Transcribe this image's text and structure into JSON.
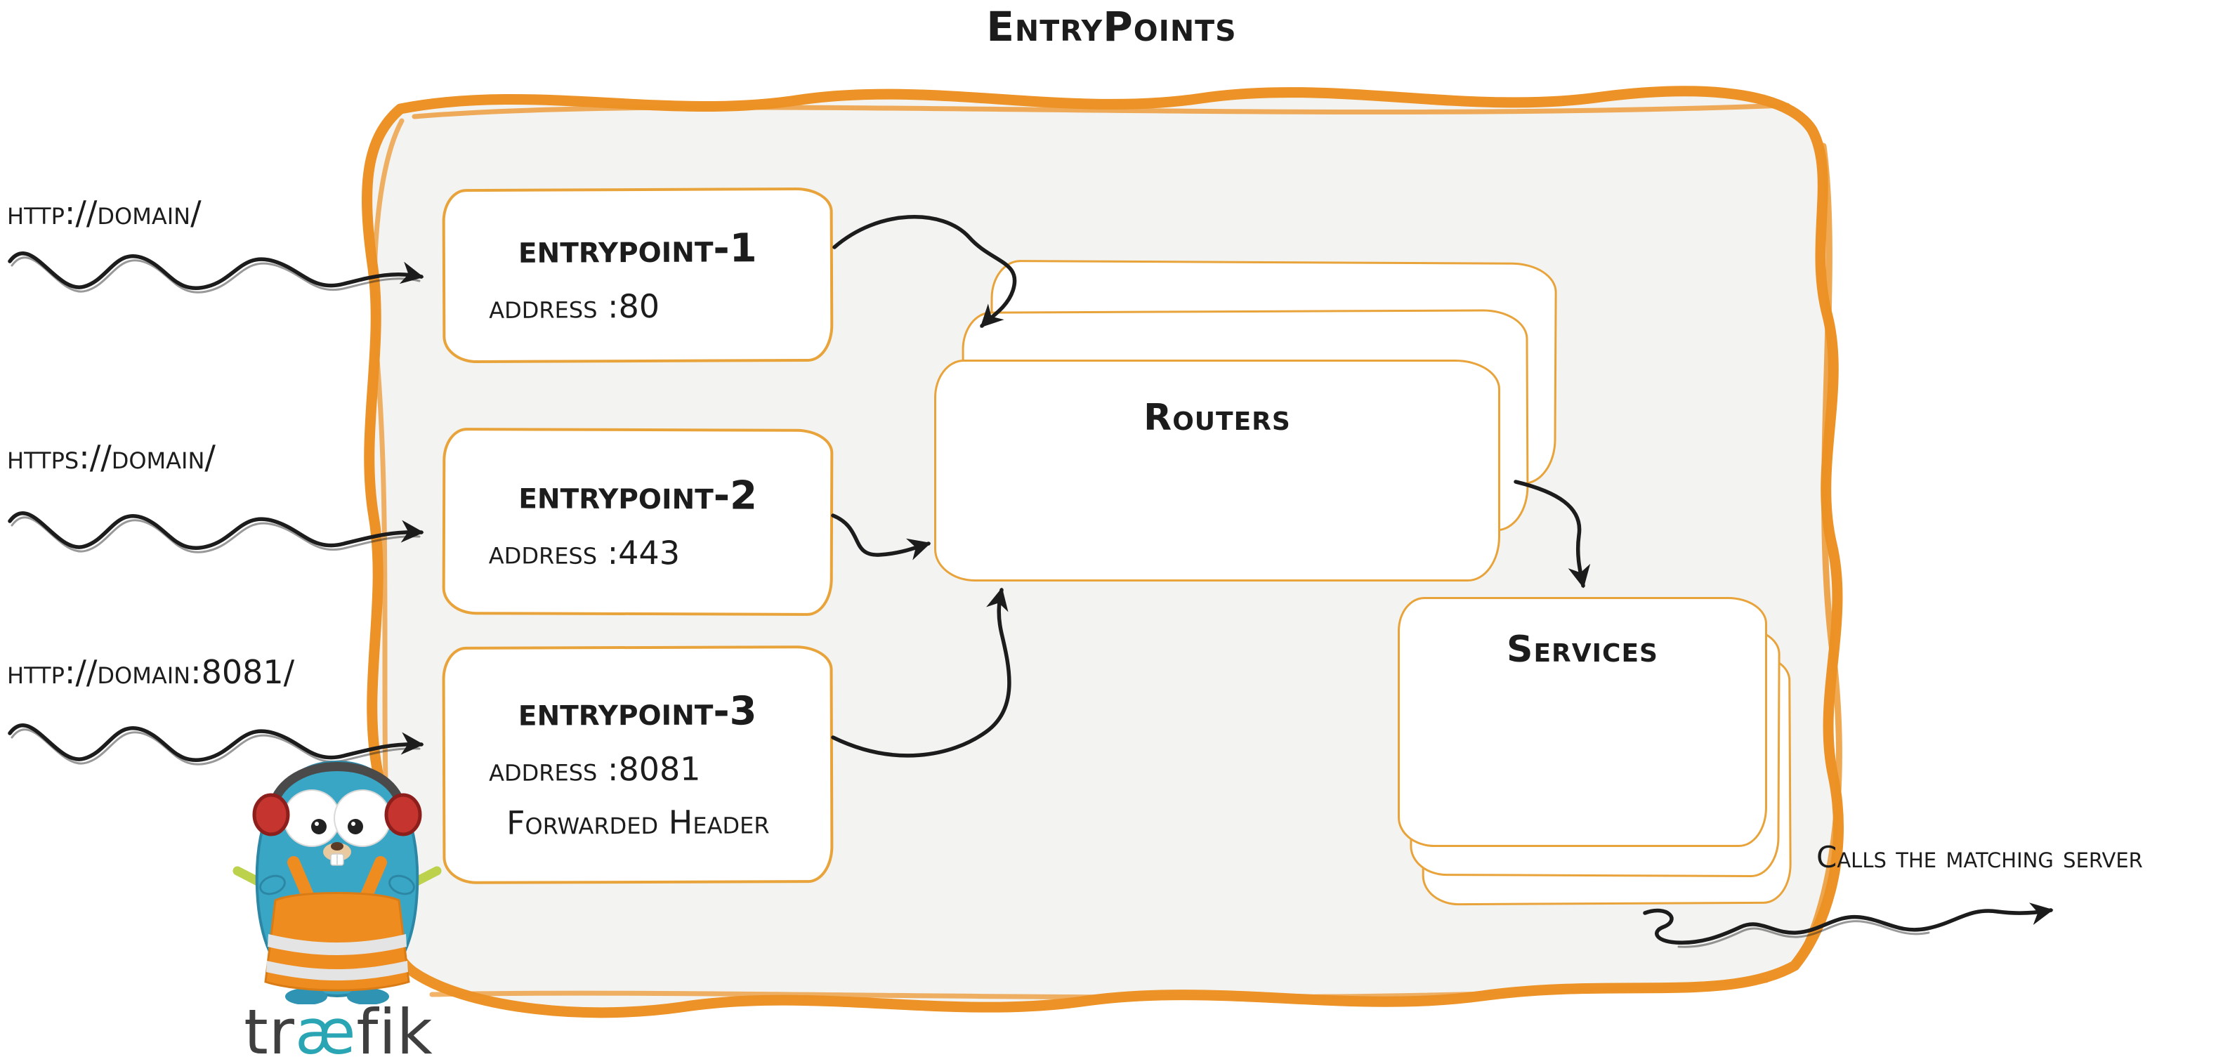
{
  "title": "EntryPoints",
  "requests": [
    {
      "label": "http://domain/"
    },
    {
      "label": "https://domain/"
    },
    {
      "label": "http://domain:8081/"
    }
  ],
  "entrypoints": [
    {
      "name": "entrypoint-1",
      "address": "address :80"
    },
    {
      "name": "entrypoint-2",
      "address": "address :443"
    },
    {
      "name": "entrypoint-3",
      "address": "address :8081",
      "extra": "Forwarded Header"
    }
  ],
  "routers": {
    "label": "Routers"
  },
  "services": {
    "label": "Services"
  },
  "outgoing": {
    "label": "Calls the matching server"
  },
  "logo": {
    "pre": "tr",
    "ligature": "æ",
    "post": "fik"
  },
  "colors": {
    "brand_orange": "#ec9226",
    "box_border_orange": "#e8a33b",
    "panel_fill": "#f3f3f1",
    "ink_black": "#1c1c1c",
    "logo_teal": "#2aa5b4",
    "gopher_blue": "#3aa6c6",
    "vest_orange": "#ef8c1f",
    "baton_green": "#bcd24c",
    "headphone_red": "#c5342e"
  }
}
